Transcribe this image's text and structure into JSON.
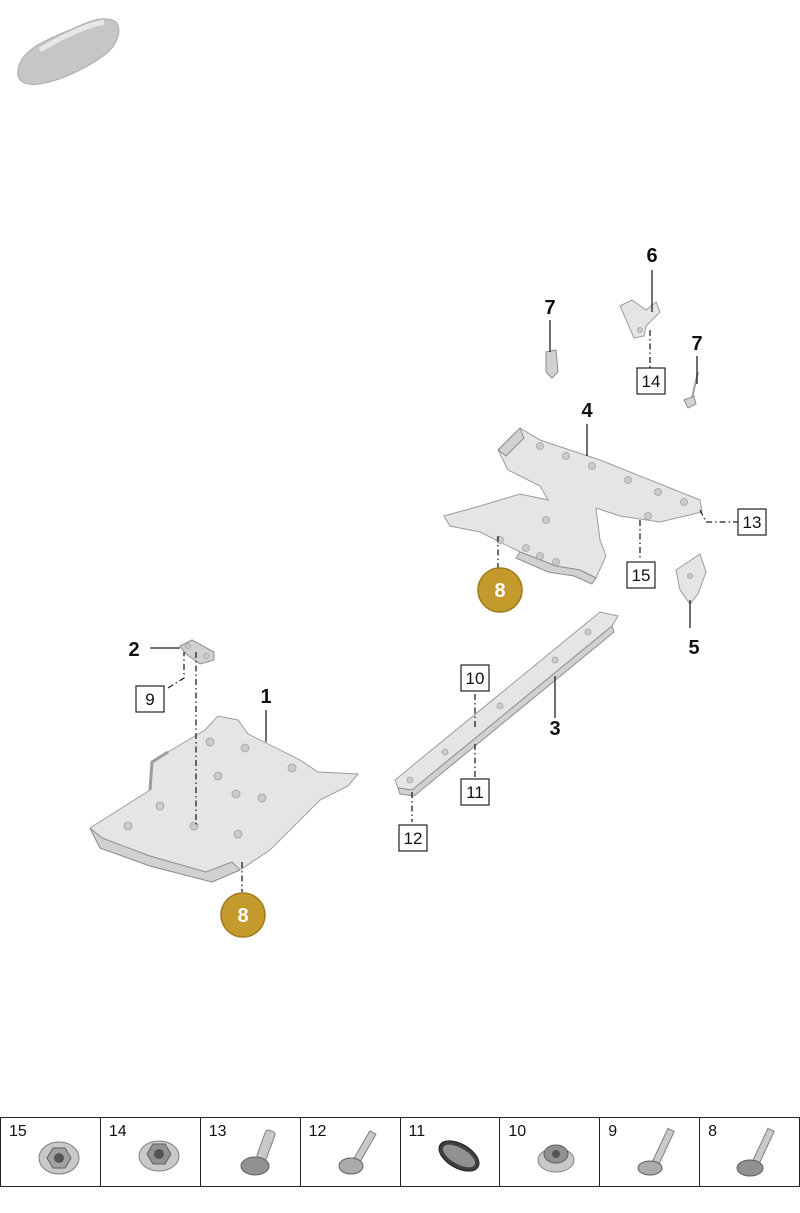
{
  "callouts": {
    "c1": "1",
    "c2": "2",
    "c3": "3",
    "c4": "4",
    "c5": "5",
    "c6": "6",
    "c7a": "7",
    "c7b": "7",
    "b9": "9",
    "b10": "10",
    "b11": "11",
    "b12": "12",
    "b13": "13",
    "b14": "14",
    "b15": "15",
    "g8a": "8",
    "g8b": "8"
  },
  "legend": {
    "items": [
      {
        "num": "15",
        "icon": "hex-flange-nut-icon"
      },
      {
        "num": "14",
        "icon": "hex-nut-icon"
      },
      {
        "num": "13",
        "icon": "expansion-rivet-icon"
      },
      {
        "num": "12",
        "icon": "screw-washer-icon"
      },
      {
        "num": "11",
        "icon": "clip-disc-icon"
      },
      {
        "num": "10",
        "icon": "flange-nut-icon"
      },
      {
        "num": "9",
        "icon": "bolt-icon"
      },
      {
        "num": "8",
        "icon": "screw-icon"
      }
    ]
  },
  "colors": {
    "gold_marker": "#c49a2c",
    "part_fill": "#e4e5e6",
    "line": "#222222"
  }
}
